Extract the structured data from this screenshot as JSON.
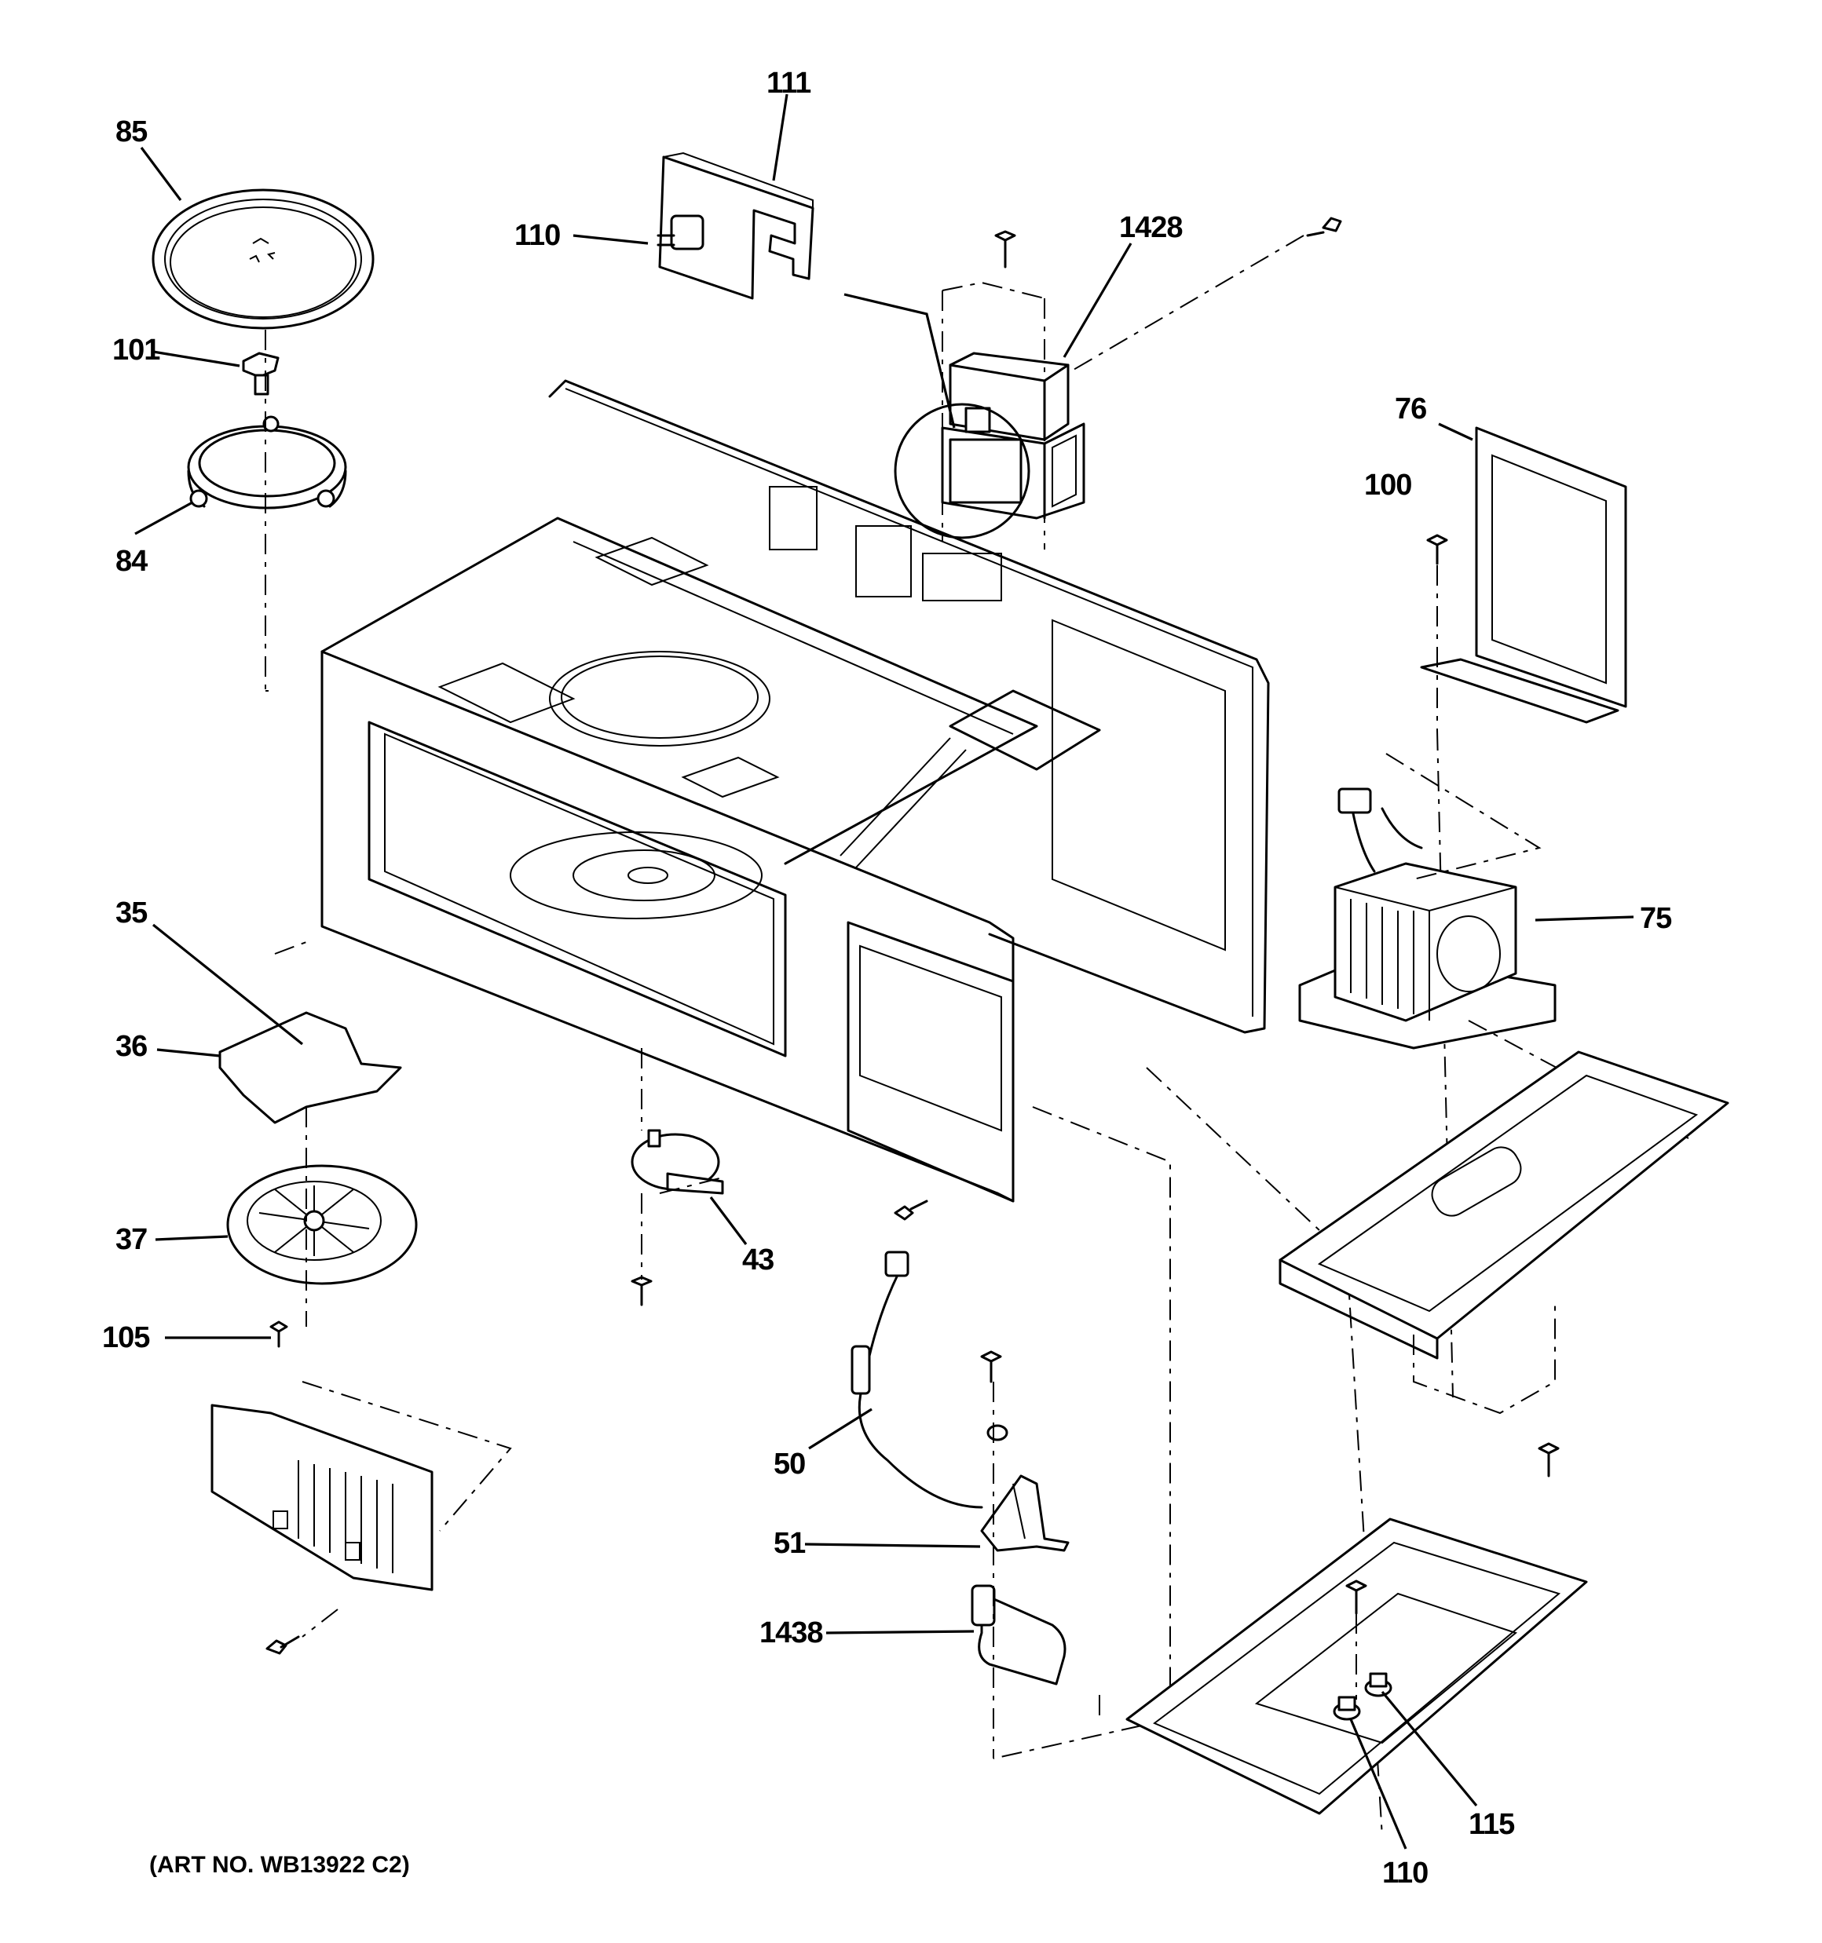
{
  "art_number": "(ART NO. WB13922 C2)",
  "callouts": {
    "c85": "85",
    "c101": "101",
    "c84": "84",
    "c111": "111",
    "c110_top": "110",
    "c1428": "1428",
    "c76": "76",
    "c100": "100",
    "c75": "75",
    "c35": "35",
    "c36": "36",
    "c37": "37",
    "c105": "105",
    "c43": "43",
    "c50": "50",
    "c51": "51",
    "c1438": "1438",
    "c115": "115",
    "c110_bottom": "110"
  }
}
